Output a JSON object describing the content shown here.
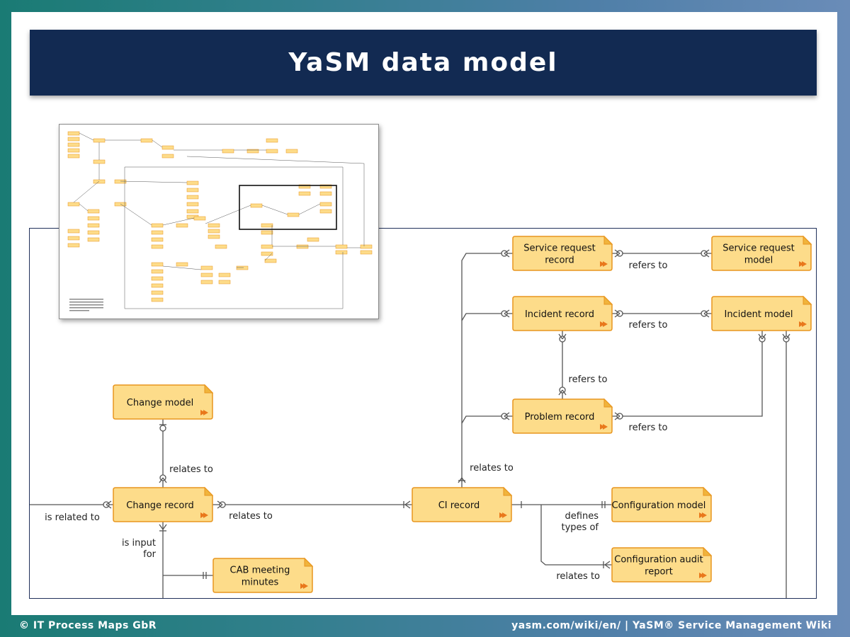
{
  "title": "YaSM data model",
  "footer": {
    "left": "© IT Process Maps GbR",
    "right": "yasm.com/wiki/en/ | YaSM® Service Management Wiki"
  },
  "colors": {
    "title_bar": "#122a52",
    "node_fill": "#fddc8a",
    "node_border": "#e8951e",
    "node_fold": "#f0b43c",
    "node_arrow": "#e9781c",
    "line": "#555555"
  },
  "nodes": [
    {
      "id": "service-request-record",
      "lines": [
        "Service request",
        "record"
      ]
    },
    {
      "id": "service-request-model",
      "lines": [
        "Service request",
        "model"
      ]
    },
    {
      "id": "incident-record",
      "lines": [
        "Incident record"
      ]
    },
    {
      "id": "incident-model",
      "lines": [
        "Incident model"
      ]
    },
    {
      "id": "problem-record",
      "lines": [
        "Problem record"
      ]
    },
    {
      "id": "change-model",
      "lines": [
        "Change model"
      ]
    },
    {
      "id": "change-record",
      "lines": [
        "Change record"
      ]
    },
    {
      "id": "ci-record",
      "lines": [
        "CI record"
      ]
    },
    {
      "id": "configuration-model",
      "lines": [
        "Configuration model"
      ]
    },
    {
      "id": "configuration-audit-report",
      "lines": [
        "Configuration audit",
        "report"
      ]
    },
    {
      "id": "cab-meeting-minutes",
      "lines": [
        "CAB meeting",
        "minutes"
      ]
    }
  ],
  "edge_labels": [
    {
      "id": "srr-srm",
      "lines": [
        "refers to"
      ]
    },
    {
      "id": "ir-im",
      "lines": [
        "refers to"
      ]
    },
    {
      "id": "ir-pr",
      "lines": [
        "refers to"
      ]
    },
    {
      "id": "pr-im",
      "lines": [
        "refers to"
      ]
    },
    {
      "id": "ci-records",
      "lines": [
        "relates to"
      ]
    },
    {
      "id": "cm-cr",
      "lines": [
        "relates to"
      ]
    },
    {
      "id": "cr-ci",
      "lines": [
        "relates to"
      ]
    },
    {
      "id": "cr-left",
      "lines": [
        "is related to"
      ]
    },
    {
      "id": "cr-cab",
      "lines": [
        "is input",
        "for"
      ]
    },
    {
      "id": "ci-cfgmodel",
      "lines": [
        "defines",
        "types of"
      ]
    },
    {
      "id": "ci-audit",
      "lines": [
        "relates to"
      ]
    }
  ]
}
